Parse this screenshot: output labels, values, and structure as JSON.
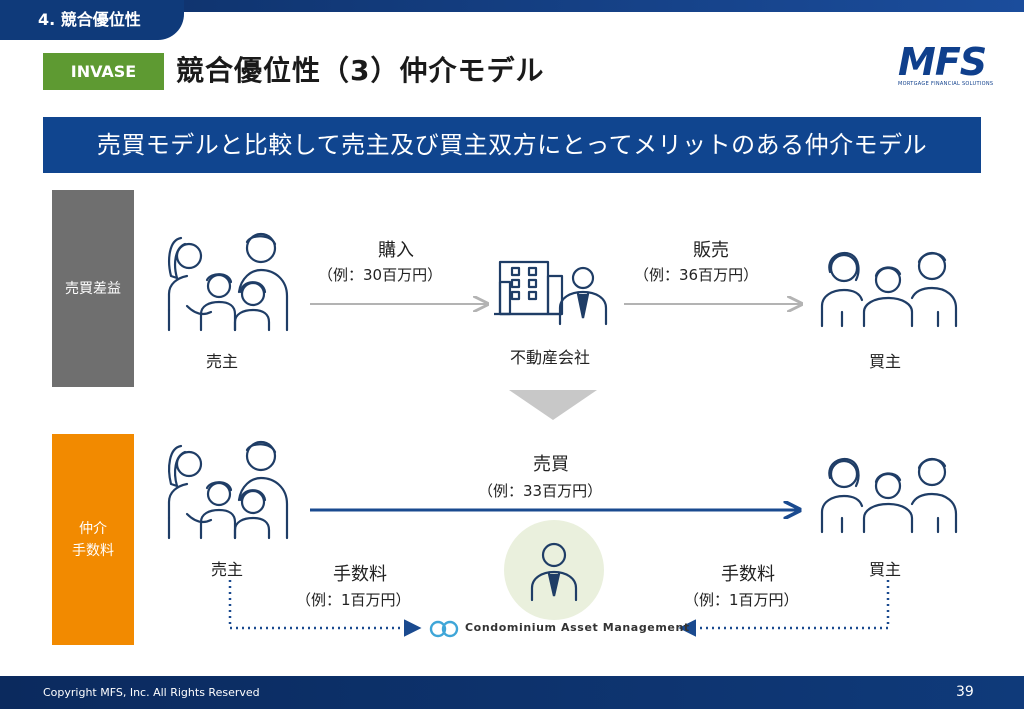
{
  "header": {
    "section": "4. 競合優位性",
    "badge": "INVASE",
    "title": "競合優位性（3）仲介モデル",
    "logo_text": "MFS",
    "logo_sub": "MORTGAGE FINANCIAL SOLUTIONS"
  },
  "banner": "売買モデルと比較して売主及び買主双方にとってメリットのある仲介モデル",
  "top_row": {
    "side_label": "売買差益",
    "seller": "売主",
    "purchase_label": "購入",
    "purchase_example": "（例：30百万円）",
    "company": "不動産会社",
    "sale_label": "販売",
    "sale_example": "（例：36百万円）",
    "buyer": "買主"
  },
  "bottom_row": {
    "side_label_1": "仲介",
    "side_label_2": "手数料",
    "seller": "売主",
    "trade_label": "売買",
    "trade_example": "（例：33百万円）",
    "buyer": "買主",
    "fee_left_label": "手数料",
    "fee_left_example": "（例：1百万円）",
    "fee_right_label": "手数料",
    "fee_right_example": "（例：1百万円）",
    "agent_name": "Condominium Asset Management"
  },
  "footer": {
    "copyright": "Copyright MFS, Inc. All Rights Reserved",
    "page": "39"
  },
  "colors": {
    "navy": "#10458f",
    "green": "#5e9a32",
    "orange": "#f28a00",
    "gray": "#6f6f6f",
    "icon_navy": "#1f3d66"
  }
}
